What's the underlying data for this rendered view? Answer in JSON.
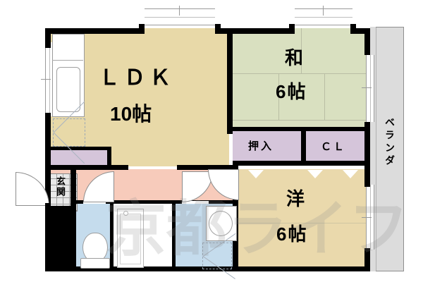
{
  "plan": {
    "type": "japanese-apartment-floor-plan",
    "watermark": "京都ライフ",
    "rooms": [
      {
        "id": "ldk",
        "name": "LDK",
        "label": "ＬＤＫ",
        "size": "10帖",
        "color": "#e8d9a8"
      },
      {
        "id": "washitsu",
        "name": "和室",
        "label": "和",
        "size": "6帖",
        "color": "#d9e0c0"
      },
      {
        "id": "yoshitsu",
        "name": "洋室",
        "label": "洋",
        "size": "6帖",
        "color": "#ead9ac"
      },
      {
        "id": "oshiire",
        "name": "押入",
        "label": "押入",
        "size": "",
        "color": "#d5c5da"
      },
      {
        "id": "closet",
        "name": "クローゼット",
        "label": "ＣＬ",
        "size": "",
        "color": "#d5c5da"
      },
      {
        "id": "genkan",
        "name": "玄関",
        "label": "玄関",
        "size": "",
        "color": "#e8e8e8"
      },
      {
        "id": "veranda",
        "name": "ベランダ",
        "label": "ベランダ",
        "size": "",
        "color": "#dcdcdc"
      }
    ],
    "labels": {
      "ldk_name": "ＬＤＫ",
      "ldk_size": "10帖",
      "washitsu_name": "和",
      "washitsu_size": "6帖",
      "yoshitsu_name": "洋",
      "yoshitsu_size": "6帖",
      "oshiire": "押入",
      "closet": "ＣＬ",
      "genkan": "玄関",
      "veranda": "ベランダ"
    },
    "colors": {
      "wall": "#000000",
      "ldk": "#e8d9a8",
      "washitsu": "#d9e0c0",
      "yoshitsu": "#ead9ac",
      "closet": "#d5c5da",
      "hallway": "#f7cbbb",
      "washroom": "#c5dced",
      "bathroom": "#ffffff",
      "genkan": "#e8e8e8",
      "veranda": "#dcdcdc",
      "background": "#ffffff"
    },
    "fixtures": [
      {
        "name": "kitchen-counter"
      },
      {
        "name": "kitchen-sink"
      },
      {
        "name": "refrigerator-space"
      },
      {
        "name": "bathtub"
      },
      {
        "name": "toilet"
      },
      {
        "name": "vanity-sink"
      },
      {
        "name": "washing-machine-space"
      }
    ]
  }
}
